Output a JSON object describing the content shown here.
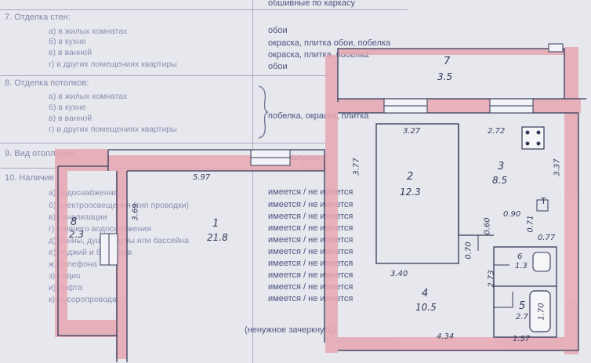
{
  "form": {
    "top_text": "обшивные по каркасу",
    "sections": [
      {
        "title": "7. Отделка стен:",
        "items": [
          "а) в жилых комнатах",
          "б) в кухне",
          "в) в ванной",
          "г) в других помещениях квартиры"
        ]
      },
      {
        "title": "8. Отделка потолков:",
        "items": [
          "а) в жилых комнатах",
          "б) в кухне",
          "в) в ванной",
          "г) в других помещениях квартиры"
        ]
      },
      {
        "title": "9. Вид отопления",
        "items": []
      },
      {
        "title": "10. Наличие:",
        "items": [
          "а) водоснабжения",
          "б) электроосвещения (тип проводки)",
          "в) канализации",
          "г) горячего водоснабжения",
          "д) ванны, душа, сауны или бассейна",
          "е) лоджий и балконов",
          "ж) телефона",
          "з) радио",
          "и) лифта",
          "к) мусоропровода"
        ]
      }
    ],
    "walls_values": [
      "обои",
      "окраска, плитка обои, побелка",
      "окраска, плитка, побелка",
      "обои"
    ],
    "ceiling_value": "побелка, окраска, плитка",
    "heating_value": "центральное",
    "availability_value": "имеется / не имеется",
    "footer_note": "(ненужное зачеркнуть)"
  },
  "plan": {
    "rooms": [
      {
        "num": "1",
        "area": "21.8"
      },
      {
        "num": "2",
        "area": "12.3"
      },
      {
        "num": "3",
        "area": "8.5"
      },
      {
        "num": "4",
        "area": "10.5"
      },
      {
        "num": "5",
        "area": "2.7"
      },
      {
        "num": "6",
        "area": "1.3"
      },
      {
        "num": "7",
        "area": "3.5"
      },
      {
        "num": "8",
        "area": "2.3"
      }
    ],
    "dims": [
      "5.97",
      "3.69",
      "3.27",
      "3.77",
      "2.72",
      "3.37",
      "0.90",
      "0.60",
      "0.77",
      "0.71",
      "0.70",
      "3.40",
      "2.73",
      "1.70",
      "4.34",
      "1.57"
    ]
  }
}
